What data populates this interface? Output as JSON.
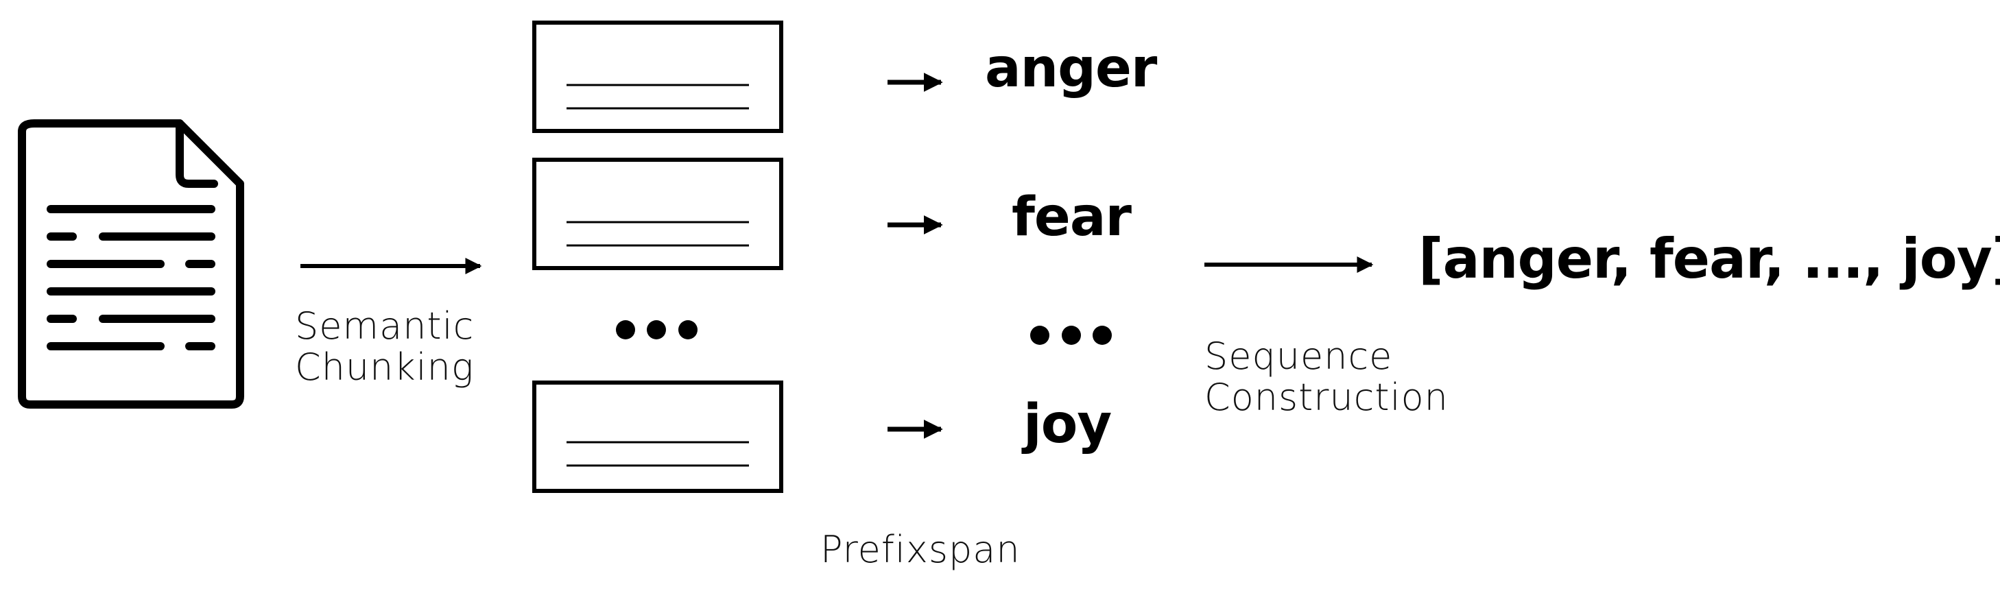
{
  "steps": {
    "chunking_line1": "Semantic",
    "chunking_line2": "Chunking",
    "mining": "Prefixspan",
    "construction_line1": "Sequence",
    "construction_line2": "Construction"
  },
  "emotions": {
    "first": "anger",
    "second": "fear",
    "last": "joy"
  },
  "sequence": "[anger, fear, ..., joy]",
  "icons": {
    "document": "document-icon",
    "chunk": "text-chunk-icon",
    "ellipsis": "ellipsis-dots"
  }
}
